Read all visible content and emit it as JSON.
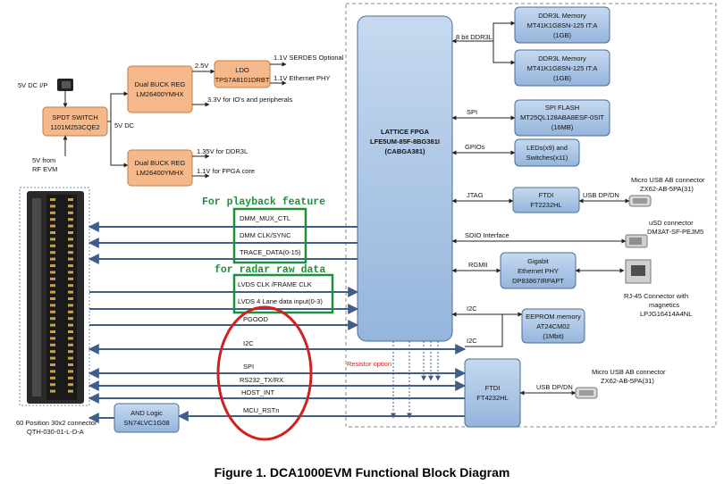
{
  "caption": "Figure 1. DCA1000EVM Functional Block Diagram",
  "fpga": {
    "line1": "LATTICE FPGA",
    "line2": "LFE5UM-85F-8BG381I",
    "line3": "(CABGA381)"
  },
  "ddr3l_bus": "8 bit DDR3L",
  "ddr1": {
    "line1": "DDR3L Memory",
    "line2": "MT41K1G8SN-125 IT:A",
    "line3": "(1GB)"
  },
  "ddr2": {
    "line1": "DDR3L Memory",
    "line2": "MT41K1G8SN-125 IT:A",
    "line3": "(1GB)"
  },
  "spi_flash": {
    "bus": "SPI",
    "line1": "SPI FLASH",
    "line2": "MT25QL128ABA8ESF-0SIT",
    "line3": "(16MB)"
  },
  "leds": {
    "bus": "GPIOs",
    "line1": "LEDs(x9) and",
    "line2": "Switches(x11)"
  },
  "ftdi_jtag": {
    "bus": "JTAG",
    "line1": "FTDI",
    "line2": "FT2232HL",
    "usb": "USB DP/DN"
  },
  "usb1": {
    "line1": "Micro USB AB connector",
    "line2": "ZX62-AB-5PA(31)"
  },
  "usd": {
    "bus": "SDIO Interface",
    "line1": "uSD connector",
    "line2": "DM3AT-SF-PEJM5"
  },
  "eth": {
    "bus": "RGMII",
    "line1": "Gigabit",
    "line2": "Ethernet PHY",
    "line3": "DP83867IRPAPT"
  },
  "rj45": {
    "line1": "RJ-45 Connector with",
    "line2": "magnetics",
    "line3": "LPJG16414A4NL"
  },
  "eeprom": {
    "bus": "I2C",
    "line1": "EEPROM memory",
    "line2": "AT24CM02",
    "line3": "(1Mbit)"
  },
  "ftdi2": {
    "line1": "FTDI",
    "line2": "FT4232HL",
    "usb": "USB DP/DN",
    "i2c": "I2C"
  },
  "usb2": {
    "line1": "Micro USB AB connector",
    "line2": "ZX62-AB-5PA(31)"
  },
  "resistor": "Resistor option",
  "dc_in": "5V DC I/P",
  "spdt": {
    "line1": "SPDT SWITCH",
    "line2": "1101M253CQE2"
  },
  "rf_evm": {
    "line1": "5V from",
    "line2": "RF EVM"
  },
  "v5dc": "5V DC",
  "buck1": {
    "line1": "Dual BUCK REG",
    "line2": "LM26400YMHX"
  },
  "buck2": {
    "line1": "Dual BUCK REG",
    "line2": "LM26400YMHX"
  },
  "ldo": {
    "line1": "LDO",
    "line2": "TPS7A8101DRBT"
  },
  "rails": {
    "v25": "2.5V",
    "serdes": "1.1V SERDES Optional",
    "eth_phy": "1.1V Ethernet PHY",
    "ios": "3.3V for IO's and peripherals",
    "ddr3l": "1.35V for DDR3L",
    "fpga_core": "1.1V for FPGA core"
  },
  "playback_label": "For playback feature",
  "radar_label": "for radar raw data",
  "signals": {
    "dmm_mux": "DMM_MUX_CTL",
    "dmm_clk": "DMM CLK/SYNC",
    "trace": "TRACE_DATA(0-15)",
    "lvds_clk": "LVDS CLK /FRAME CLK",
    "lvds_data": "LVDS 4 Lane data input(0-3)",
    "pgood": "PGOOD",
    "i2c": "I2C",
    "spi": "SPI",
    "rs232": "RS232_TX/RX",
    "host_int": "HOST_INT",
    "mcu_rst": "MCU_RSTn"
  },
  "and_logic": {
    "line1": "AND Logic",
    "line2": "SN74LVC1G08"
  },
  "connector": {
    "line1": "60 Position 30x2 connector",
    "line2": "QTH-030-01-L-D-A"
  },
  "colors": {
    "box_fill": "#a7c4e4",
    "box_stroke": "#4a6e99",
    "arrow": "#3f5f8a",
    "green": "#1f8f3a",
    "red": "#d02020"
  }
}
